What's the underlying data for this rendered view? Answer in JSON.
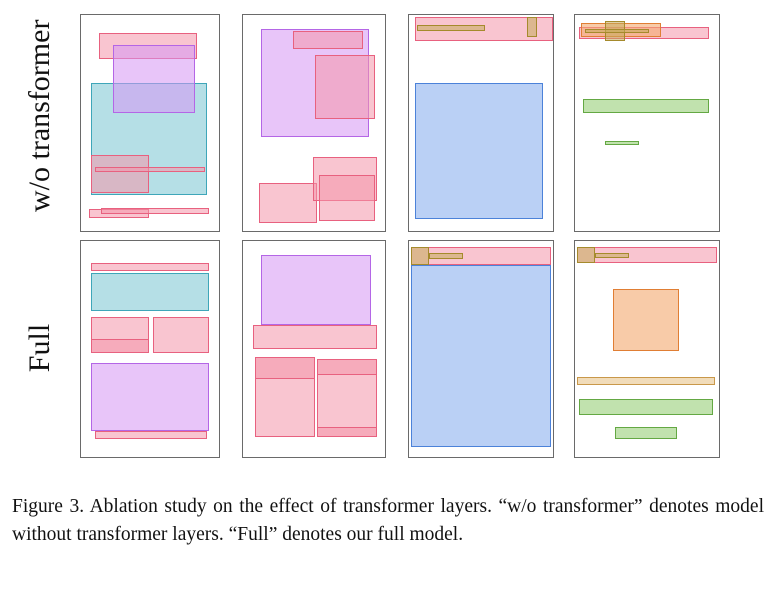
{
  "rows": {
    "without_transformer": "w/o transformer",
    "full": "Full"
  },
  "caption": "Figure 3. Ablation study on the effect of transformer layers. “w/o transformer” denotes model without transformer layers. “Full” denotes our full model.",
  "element_colors": {
    "pink": "#f496aa",
    "violet": "#d696f4",
    "teal": "#78c4d2",
    "blue": "#82aaec",
    "olive": "#c4ac5a",
    "orange": "#f4a86e",
    "green": "#98ce78",
    "tan": "#e8c48c",
    "panel_border": "#6a6a6a"
  }
}
